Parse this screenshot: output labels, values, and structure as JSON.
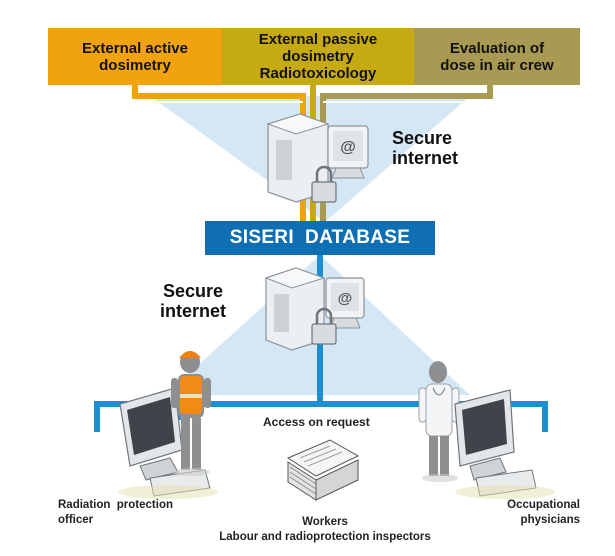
{
  "sources": {
    "active": "External active dosimetry",
    "passive_line1": "External passive",
    "passive_line2": "dosimetry",
    "passive_line3": "Radiotoxicology",
    "dose": "Evaluation of dose in air crew"
  },
  "database": {
    "label": "SISERI  DATABASE"
  },
  "secure_top": {
    "line1": "Secure",
    "line2": "internet"
  },
  "secure_mid": {
    "line1": "Secure",
    "line2": "internet"
  },
  "access": "Access on request",
  "users": {
    "rpo_line1": "Radiation  protection",
    "rpo_line2": "officer",
    "occ_line1": "Occupational",
    "occ_line2": "physicians",
    "workers": "Workers",
    "inspectors": "Labour and radioprotection inspectors"
  },
  "colors": {
    "active": "#f0a20f",
    "passive": "#c6aa12",
    "dose": "#a89a52",
    "database": "#0f6fb2",
    "network": "#1b8fd0"
  }
}
